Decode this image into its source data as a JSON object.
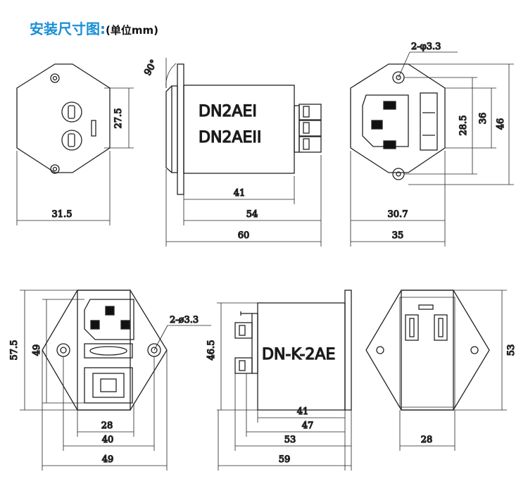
{
  "title": {
    "main": "安装尺寸图:",
    "unit": "(单位mm)"
  },
  "top_row": {
    "front_view": {
      "width": "31.5",
      "height": "27.5"
    },
    "side_view": {
      "model_1": "DN2AEI",
      "model_2": "DN2AEII",
      "angle": "90°",
      "body_length": "41",
      "mid_length": "54",
      "total_length": "60"
    },
    "back_view": {
      "hole_spec": "2-φ3.3",
      "hole_spacing": "28.5",
      "body_height": "36",
      "flange_height": "46",
      "inner_width": "30.7",
      "outer_width": "35"
    }
  },
  "bottom_row": {
    "front_view": {
      "hole_spec": "2-ø3.3",
      "height_outer": "57.5",
      "height_inner": "49",
      "switch_width": "28",
      "hole_spacing": "40",
      "total_width": "49"
    },
    "side_view": {
      "model": "DN-K-2AE",
      "height": "46.5",
      "d1": "41",
      "d2": "47",
      "d3": "53",
      "d4": "59"
    },
    "back_view": {
      "height": "53",
      "width": "28"
    }
  }
}
